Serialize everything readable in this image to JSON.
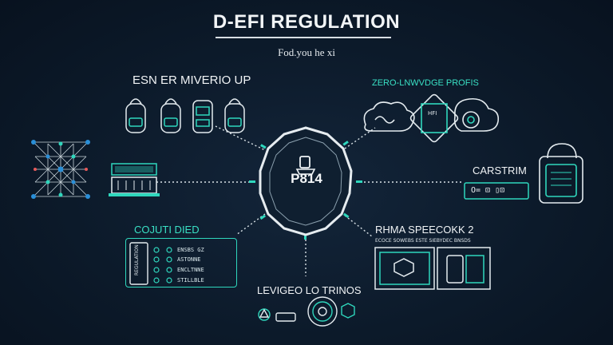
{
  "title": "D-EFI REGULATION",
  "subtitle": "Fod.you he xi",
  "hub": {
    "label": "P814"
  },
  "nodes": {
    "top_left": {
      "label": "ESN ER MIVERIO UP"
    },
    "top_right": {
      "label": "ZERO-LNWVDGE PROFIS",
      "card_text": "HFI"
    },
    "right": {
      "label": "CARSTRIM",
      "readout": "O= ⊡ ▯⊡"
    },
    "bottom_left": {
      "label": "COJUTI DIED",
      "side_text": "REGULATION",
      "rows": [
        "ENSBS GZ",
        "ASTONNE",
        "ENCLTNNE",
        "STILLBLE"
      ]
    },
    "bottom_right": {
      "label": "RHMA SPEECOKK 2",
      "caption": "ECOCE SOWEBS ESTE SIEBYDEC BNSDS"
    },
    "bottom": {
      "label": "LEVIGEO LO TRINOS"
    }
  },
  "colors": {
    "accent": "#2fd7bd",
    "background": "#0c1a2a",
    "text": "#f0f3f5"
  }
}
